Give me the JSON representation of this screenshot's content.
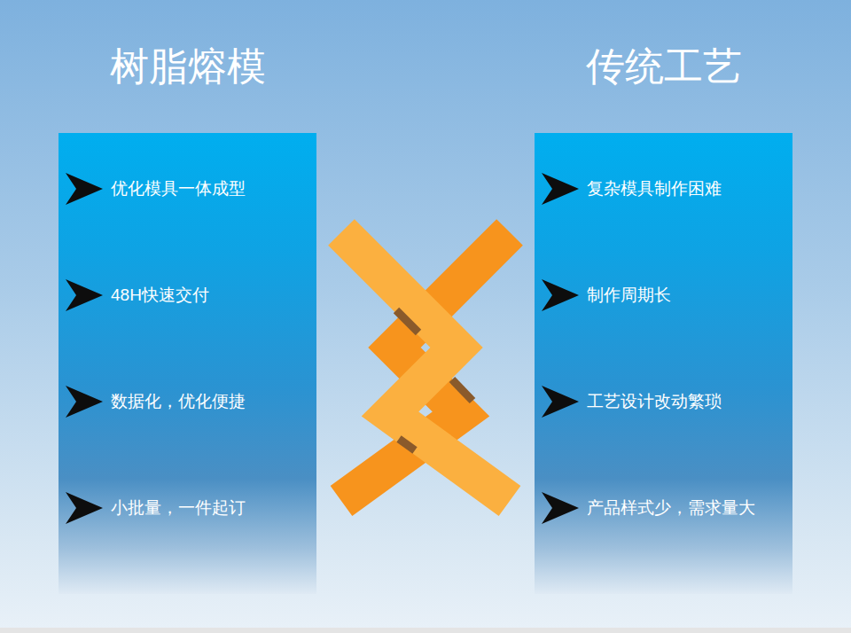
{
  "diagram": {
    "nodes": [
      {
        "text": [
          "树脂熔模",
          "优化模具一体成型",
          "48H快速交付",
          "数据化，优化便捷",
          "小批量，一件起订"
        ]
      },
      {
        "text": [
          "传统工艺",
          "复杂模具制作困难",
          "制作周期长",
          "工艺设计改动繁琐",
          "产品样式少，需求量大"
        ]
      }
    ]
  }
}
